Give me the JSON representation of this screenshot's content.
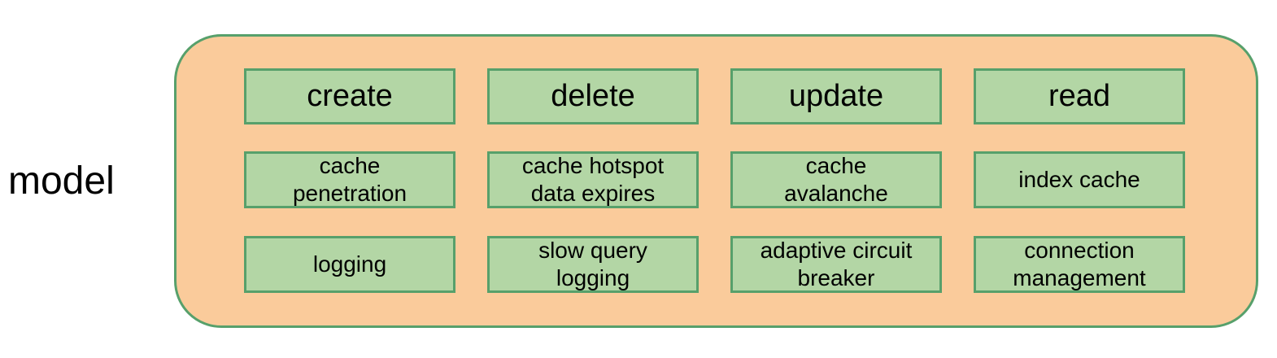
{
  "side_label": "model",
  "colors": {
    "container_fill": "#FACB9B",
    "container_border": "#57A06B",
    "box_fill": "#B3D6A5",
    "box_border": "#57A06B",
    "text": "#000000",
    "background": "#FFFFFF"
  },
  "grid": {
    "rows": [
      {
        "cells": [
          "create",
          "delete",
          "update",
          "read"
        ]
      },
      {
        "cells": [
          "cache\npenetration",
          "cache hotspot\ndata expires",
          "cache\navalanche",
          "index cache"
        ]
      },
      {
        "cells": [
          "logging",
          "slow query\nlogging",
          "adaptive circuit\nbreaker",
          "connection\nmanagement"
        ]
      }
    ]
  }
}
